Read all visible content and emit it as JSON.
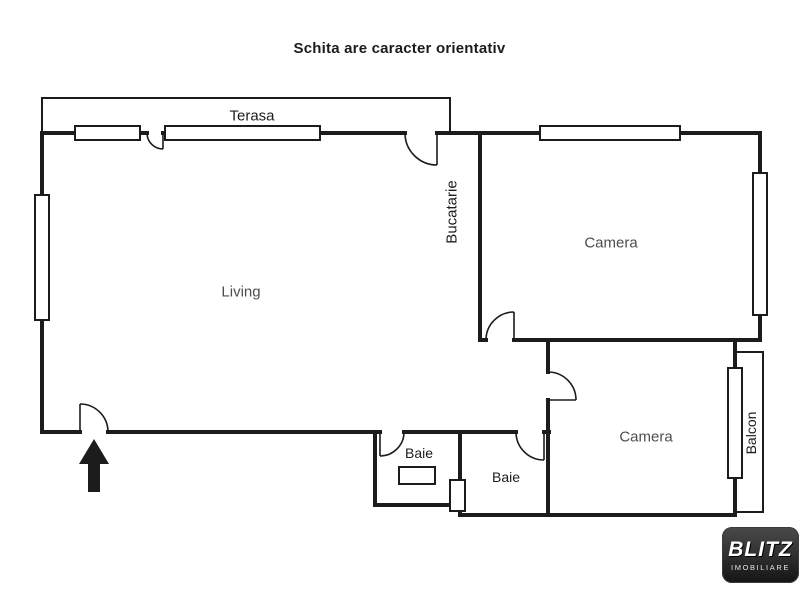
{
  "title": "Schita are caracter orientativ",
  "rooms": {
    "terasa": "Terasa",
    "bucatarie": "Bucatarie",
    "camera_top": "Camera",
    "living": "Living",
    "camera_bottom": "Camera",
    "baie_small": "Baie",
    "baie_main": "Baie",
    "balcon": "Balcon"
  },
  "logo": {
    "brand": "BLITZ",
    "tagline": "IMOBILIARE"
  },
  "icons": {
    "entrance_arrow": "up-arrow"
  },
  "colors": {
    "wall": "#1c1c1c",
    "label-black": "#1c1c1c",
    "label-gray": "#4d4d4d",
    "logo-top": "#4a4a4a",
    "logo-bottom": "#151515"
  }
}
